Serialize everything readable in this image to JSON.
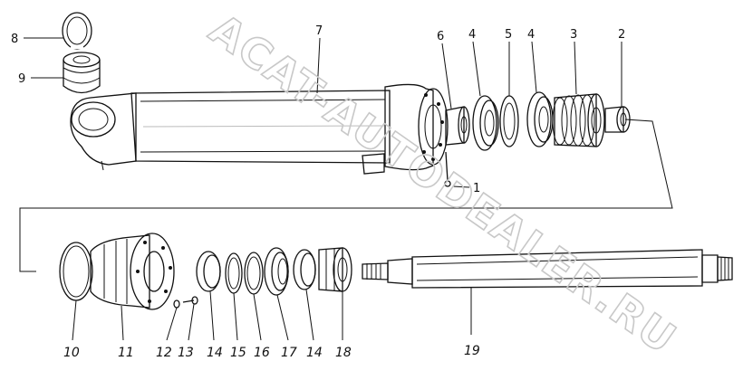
{
  "labels": {
    "p1": "1",
    "p2": "2",
    "p3": "3",
    "p4a": "4",
    "p4b": "4",
    "p5": "5",
    "p6": "6",
    "p7": "7",
    "p8": "8",
    "p9": "9",
    "p10": "10",
    "p11": "11",
    "p12": "12",
    "p13": "13",
    "p14a": "14",
    "p15": "15",
    "p16": "16",
    "p17": "17",
    "p14b": "14",
    "p18": "18",
    "p19": "19"
  },
  "watermark": "ACAT-AUTODEALER.RU",
  "colors": {
    "ink": "#111111",
    "paper": "#ffffff",
    "watermark": "#c8c8c8"
  }
}
